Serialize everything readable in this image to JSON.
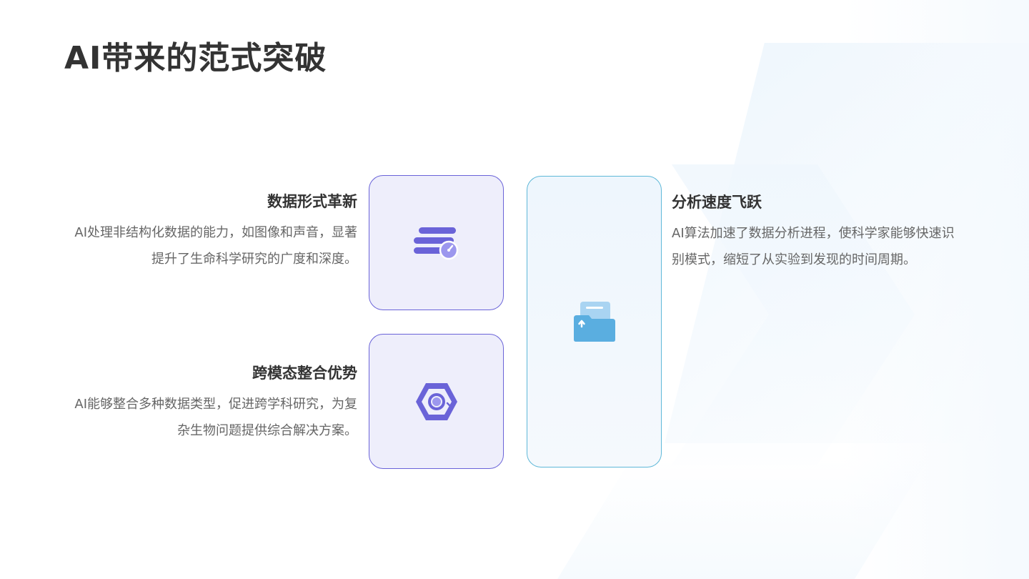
{
  "page": {
    "title": "AI带来的范式突破"
  },
  "items": [
    {
      "title": "数据形式革新",
      "description": "AI处理非结构化数据的能力，如图像和声音，显著提升了生命科学研究的广度和深度。",
      "icon": "database-gauge-icon"
    },
    {
      "title": "跨模态整合优势",
      "description": "AI能够整合多种数据类型，促进跨学科研究，为复杂生物问题提供综合解决方案。",
      "icon": "hexagon-sync-icon"
    },
    {
      "title": "分析速度飞跃",
      "description": "AI算法加速了数据分析进程，使科学家能够快速识别模式，缩短了从实验到发现的时间周期。",
      "icon": "folder-upload-icon"
    }
  ],
  "colors": {
    "accent_purple": "#6a63d8",
    "accent_blue": "#5aaee0",
    "card_purple_bg": "#eeeefb",
    "card_teal_border": "#5fb8d8",
    "title_text": "#333333",
    "body_text": "#666666"
  }
}
